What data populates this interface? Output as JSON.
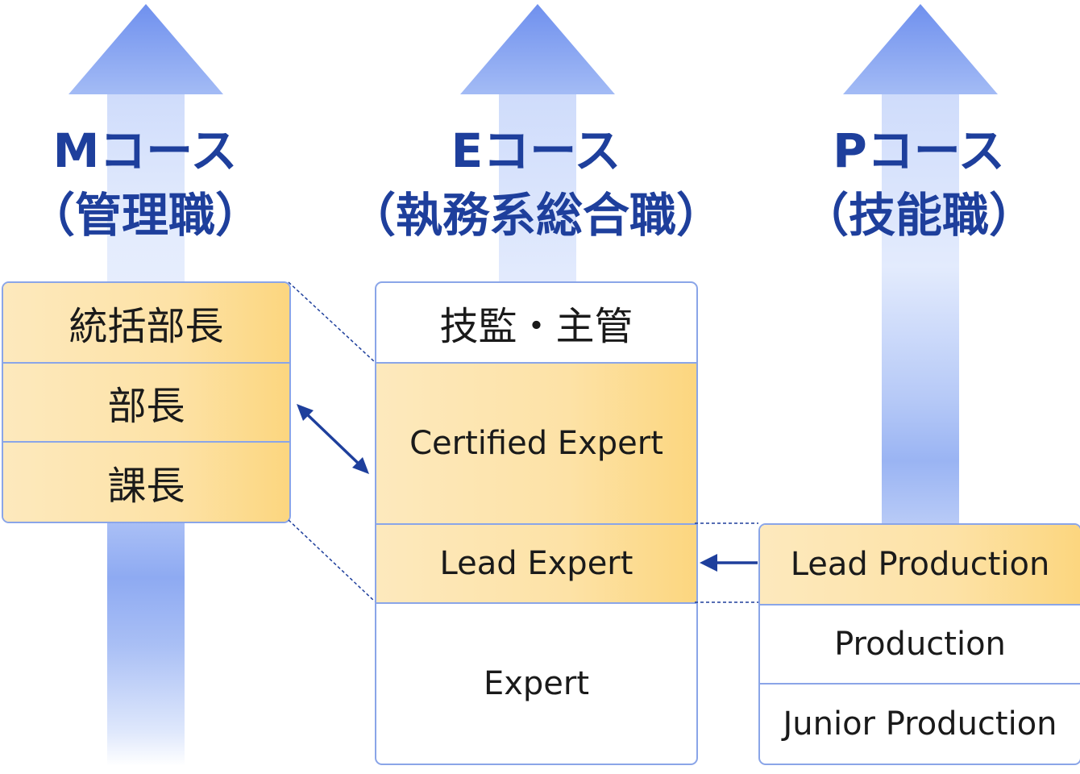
{
  "courses": {
    "m": {
      "name": "Mコース",
      "sub": "（管理職）"
    },
    "e": {
      "name": "Eコース",
      "sub": "（執務系総合職）"
    },
    "p": {
      "name": "Pコース",
      "sub": "（技能職）"
    }
  },
  "m_box": {
    "rows": [
      "統括部長",
      "部長",
      "課長"
    ]
  },
  "e_box": {
    "rows": [
      "技監・主管",
      "Certified Expert",
      "Lead Expert",
      "Expert"
    ]
  },
  "p_box": {
    "rows": [
      "Lead Production",
      "Production",
      "Junior Production"
    ]
  },
  "colors": {
    "title": "#1e3f9c",
    "border": "#8aa5e8",
    "connector": "#1e3f9c",
    "gold_start": "#fde9bd",
    "gold_end": "#fcd67f",
    "arrow": "#7f9ef0"
  }
}
